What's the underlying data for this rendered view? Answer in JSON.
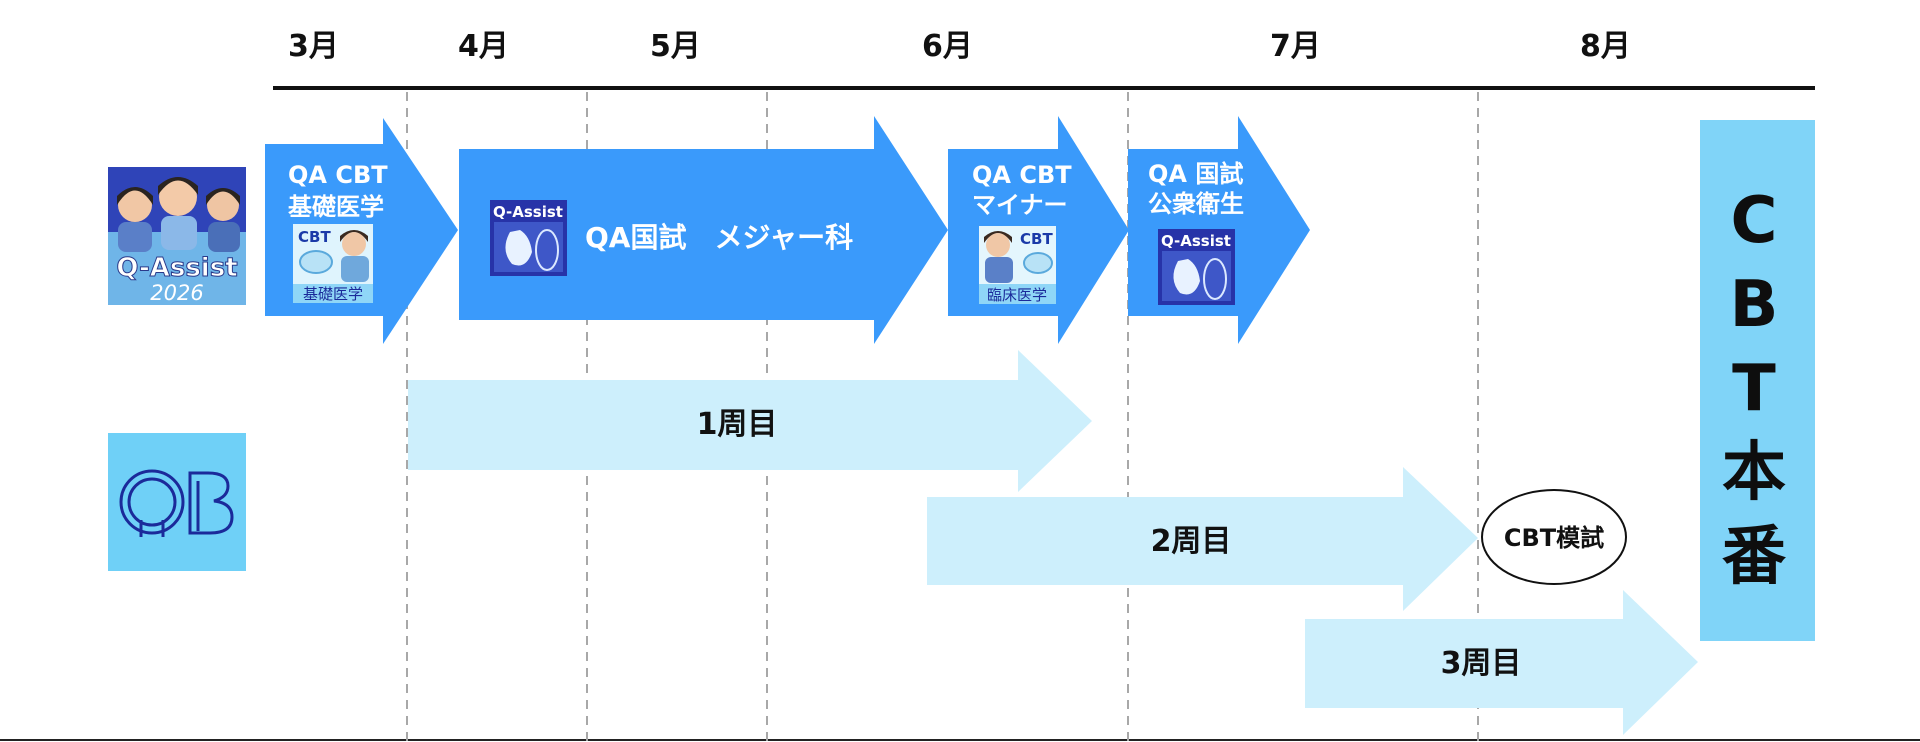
{
  "months": [
    "3月",
    "4月",
    "5月",
    "6月",
    "7月",
    "8月"
  ],
  "qa_arrows": [
    {
      "line1": "QA CBT",
      "line2": "基礎医学",
      "thumb_top": "CBT",
      "thumb_bottom": "基礎医学"
    },
    {
      "label": "QA国試　メジャー科",
      "thumb_top": "Q-Assist"
    },
    {
      "line1": "QA CBT",
      "line2": "マイナー",
      "thumb_top": "CBT",
      "thumb_bottom": "臨床医学"
    },
    {
      "line1": "QA 国試",
      "line2": "公衆衛生",
      "thumb_top": "Q-Assist"
    }
  ],
  "qa_logo": {
    "brand": "Q-Assist",
    "year": "2026"
  },
  "qb_logo": {
    "text": "QB"
  },
  "qb_rounds": [
    "1周目",
    "2周目",
    "3周目"
  ],
  "mock_exam": "CBT模試",
  "final_exam": "CBT本番",
  "colors": {
    "qa_arrow": "#3a9afb",
    "qb_arrow": "#cdeffc",
    "final_box": "#80d4f8",
    "logo_bg": "#6fd0f7",
    "qb_ink": "#1b2a9a",
    "grid_dash": "#a8a8a8"
  }
}
